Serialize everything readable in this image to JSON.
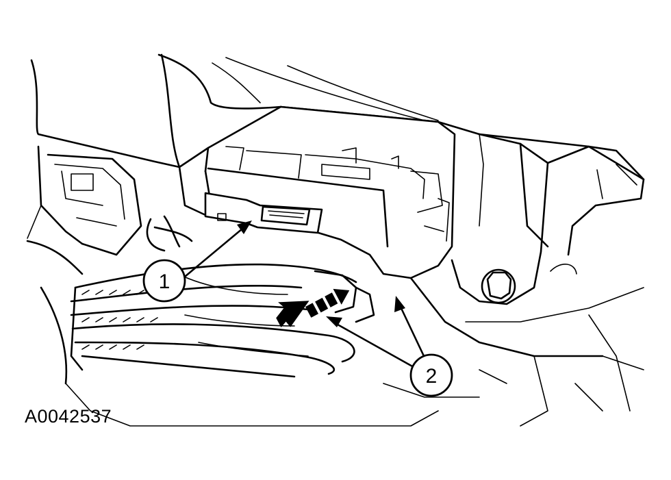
{
  "figure_id": "A0042537",
  "callouts": [
    {
      "label": "1"
    },
    {
      "label": "2"
    }
  ]
}
